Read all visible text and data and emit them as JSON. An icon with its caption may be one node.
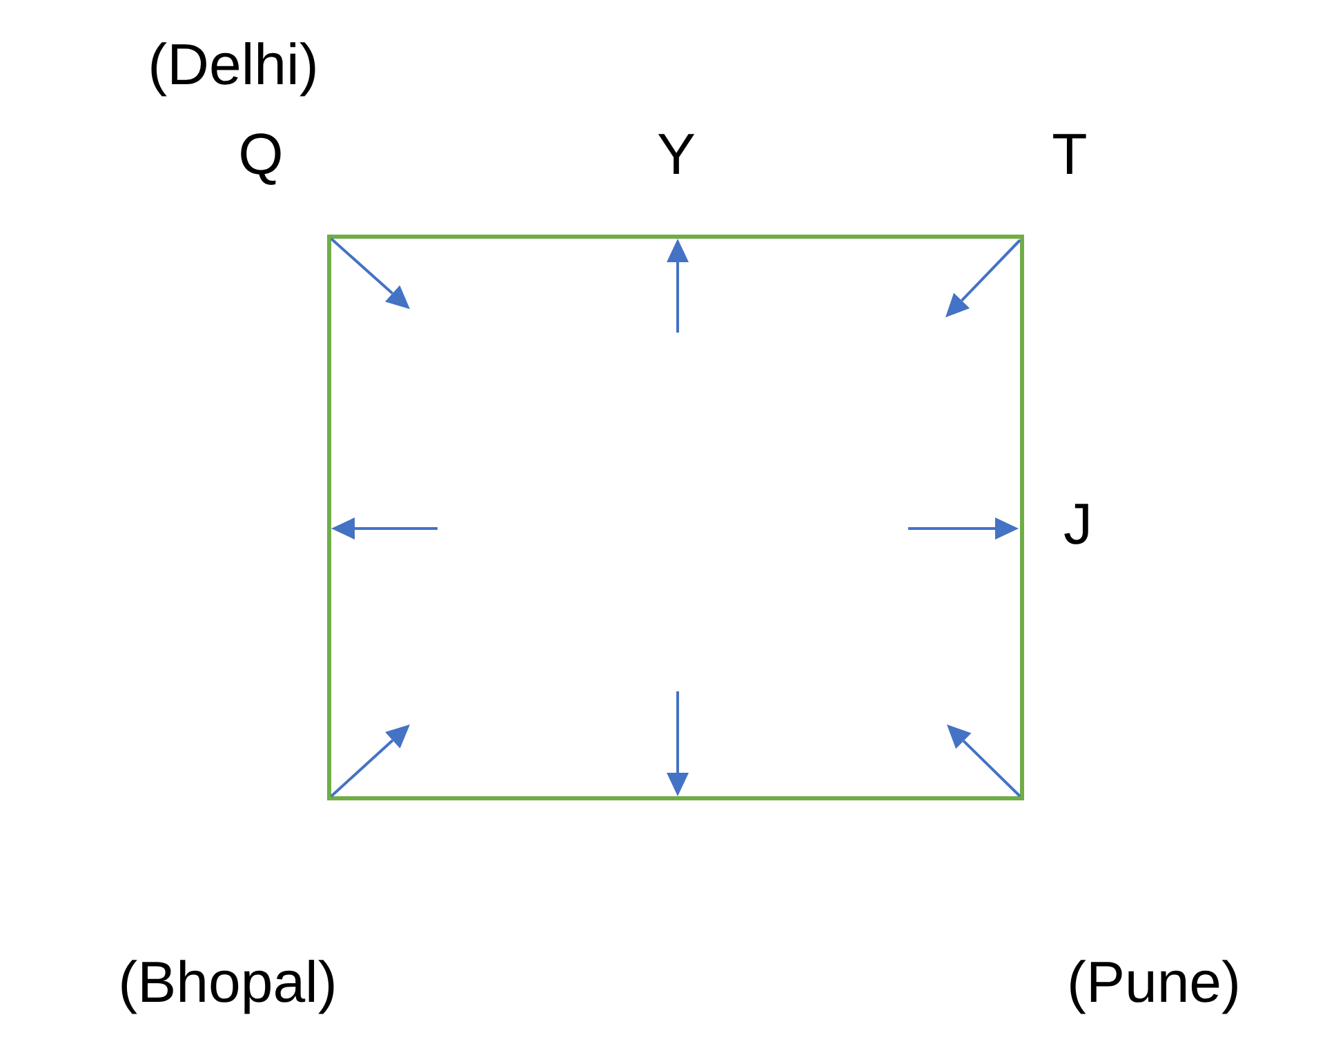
{
  "diagram": {
    "labels": [
      "(Delhi)",
      "Q",
      "Y",
      "T",
      "J",
      "(Bhopal)",
      "(Pune)"
    ]
  }
}
